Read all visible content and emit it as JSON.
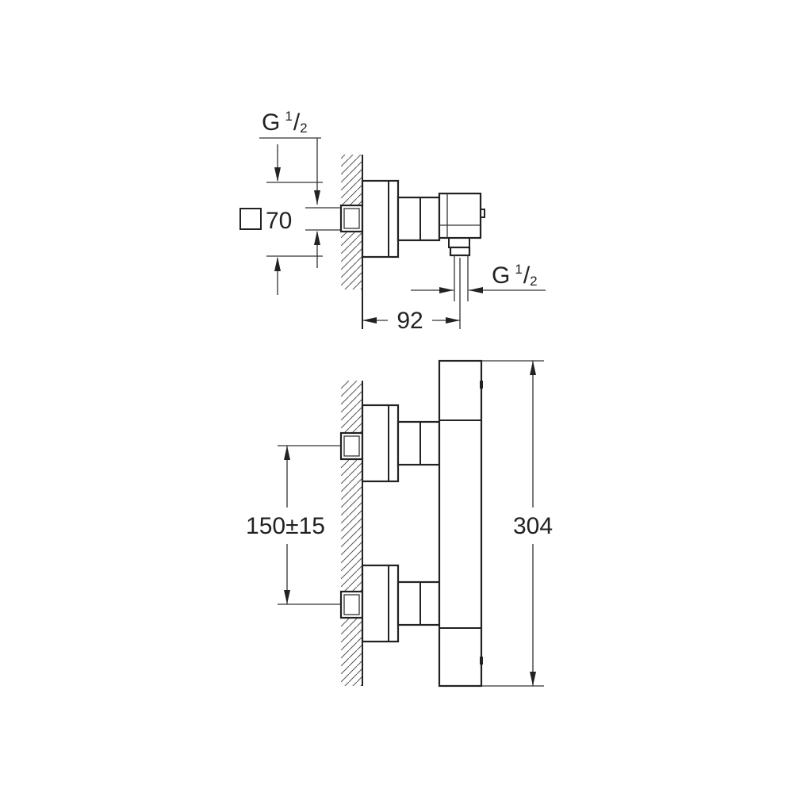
{
  "top_view": {
    "inlet_thread": {
      "letter": "G",
      "num": "1",
      "den": "2"
    },
    "square_size": {
      "symbol": "□",
      "value": "70"
    },
    "outlet_thread": {
      "letter": "G",
      "num": "1",
      "den": "2"
    },
    "depth": "92"
  },
  "front_view": {
    "inlet_spacing": "150±15",
    "height": "304"
  },
  "colors": {
    "line": "#222222",
    "background": "#ffffff"
  }
}
